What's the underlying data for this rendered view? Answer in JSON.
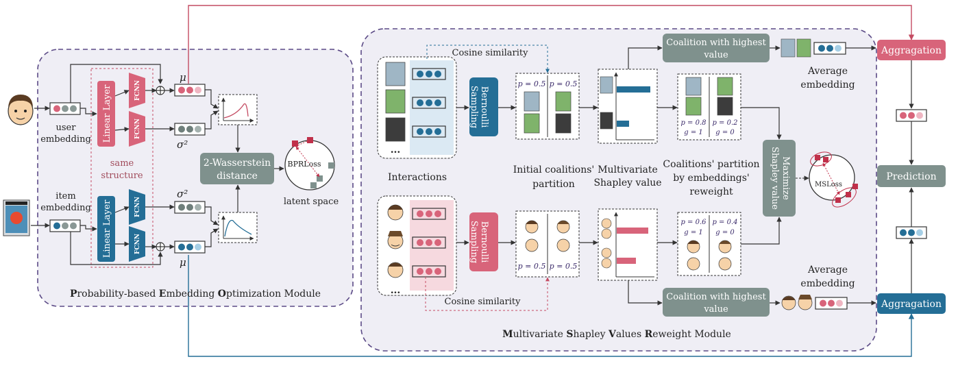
{
  "colors": {
    "pink": "#d8647a",
    "pink_light": "#efb6c2",
    "blue": "#246e96",
    "blue_light": "#a6cfe6",
    "gray": "#8a9895",
    "gray_box": "#7f918d",
    "panel_bg": "#efeef5",
    "dashed_purple": "#5b4a86",
    "line": "#333333"
  },
  "left_module": {
    "title_parts": [
      {
        "cap": "P",
        "rest": "robability-based "
      },
      {
        "cap": "E",
        "rest": "mbedding "
      },
      {
        "cap": "O",
        "rest": "ptimization Module"
      }
    ],
    "user_embedding_line1": "user",
    "user_embedding_line2": "embedding",
    "item_embedding_line1": "item",
    "item_embedding_line2": "embedding",
    "linear_layer": "Linear Layer",
    "fcnn": "FCNN",
    "same_structure_line1": "same",
    "same_structure_line2": "structure",
    "mu": "μ",
    "sigma_sq": "σ²",
    "wasserstein_line1": "2-Wasserstein",
    "wasserstein_line2": "distance",
    "bprloss": "BPRLoss",
    "latent_space": "latent space",
    "oplus": "⊕"
  },
  "right_module": {
    "title_parts": [
      {
        "cap": "M",
        "rest": "ultivariate "
      },
      {
        "cap": "S",
        "rest": "hapley "
      },
      {
        "cap": "V",
        "rest": "alues "
      },
      {
        "cap": "R",
        "rest": "eweight Module"
      }
    ],
    "cosine_similarity": "Cosine similarity",
    "bernoulli_line1": "Bernoulli",
    "bernoulli_line2": "Sampling",
    "interactions": "Interactions",
    "ellipsis": "...",
    "initial_partition_line1": "Initial coalitions'",
    "initial_partition_line2": "partition",
    "multivariate_line1": "Multivariate",
    "multivariate_line2": "Shapley value",
    "coalitions_partition_line1": "Coalitions' partition",
    "coalitions_partition_line2": "by embeddings'",
    "coalitions_partition_line3": "reweight",
    "maximize_line1": "Maximize",
    "maximize_line2": "Shapley value",
    "coalition_highest_line1": "Coalition with highest",
    "coalition_highest_line2": "value",
    "average_embedding_line1": "Average",
    "average_embedding_line2": "embedding",
    "msloss": "MSLoss",
    "p05": "p = 0.5",
    "top_p_left": "p = 0.8",
    "top_g_left": "g = 1",
    "top_p_right": "p = 0.2",
    "top_g_right": "g = 0",
    "bot_p_left": "p = 0.6",
    "bot_g_left": "g = 1",
    "bot_p_right": "p = 0.4",
    "bot_g_right": "g = 0"
  },
  "output": {
    "aggregation": "Aggragation",
    "prediction": "Prediction"
  }
}
